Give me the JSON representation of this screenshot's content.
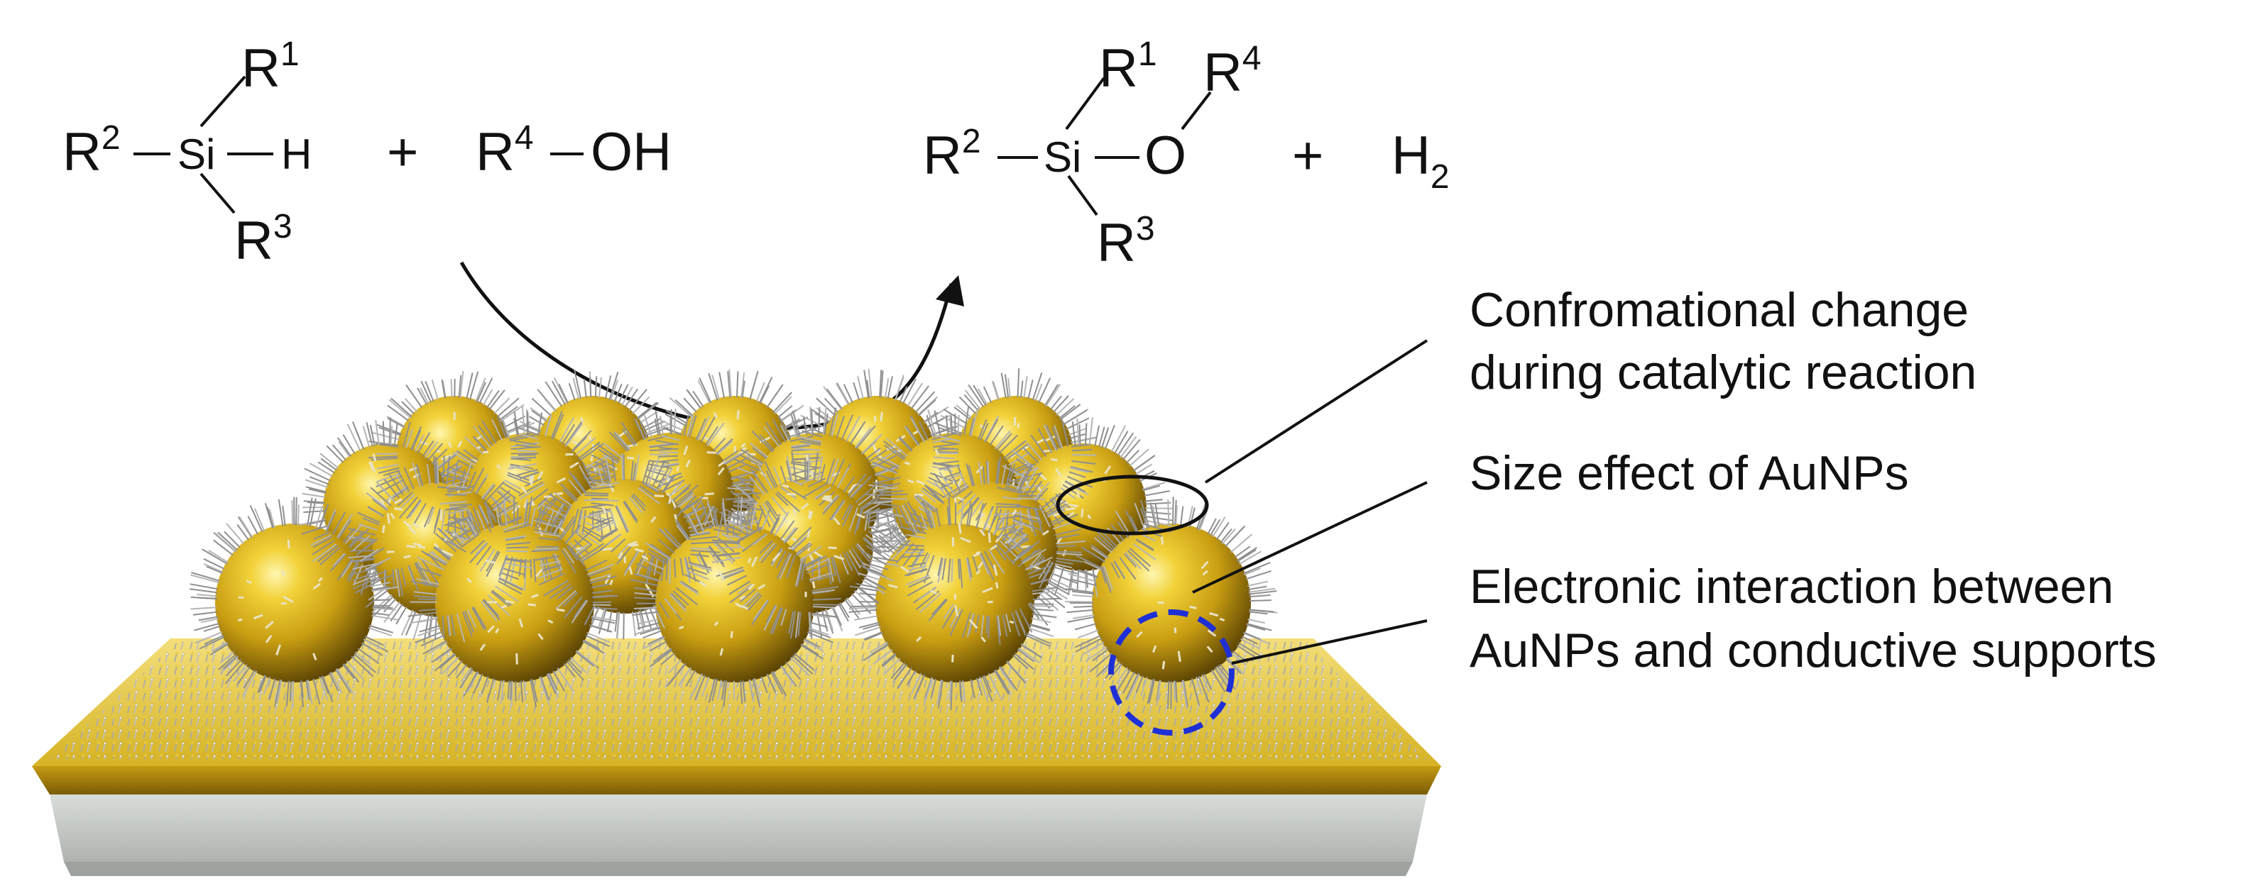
{
  "reactant_silane": {
    "r1": "R",
    "r1_sup": "1",
    "r2": "R",
    "r2_sup": "2",
    "r3": "R",
    "r3_sup": "3",
    "si": "Si",
    "h": "H"
  },
  "plus_1": "+",
  "reactant_alcohol": {
    "r4": "R",
    "r4_sup": "4",
    "oh": "OH"
  },
  "product_silyl_ether": {
    "r1": "R",
    "r1_sup": "1",
    "r2": "R",
    "r2_sup": "2",
    "r3": "R",
    "r3_sup": "3",
    "r4": "R",
    "r4_sup": "4",
    "si": "Si",
    "o": "O"
  },
  "plus_2": "+",
  "product_hydrogen": {
    "h": "H",
    "sub": "2"
  },
  "annotations": {
    "conformational_line1": "Confromational change",
    "conformational_line2": "during catalytic reaction",
    "size_effect": "Size effect of AuNPs",
    "electronic_line1": "Electronic interaction between",
    "electronic_line2": "AuNPs and conductive supports"
  },
  "colors": {
    "gold": "#d9b21c",
    "gold_dark": "#8a6a08",
    "support_gray": "#c9cdcb",
    "highlight_circle": "#1f2fd6",
    "ligand_gray": "#9a9a9a"
  }
}
